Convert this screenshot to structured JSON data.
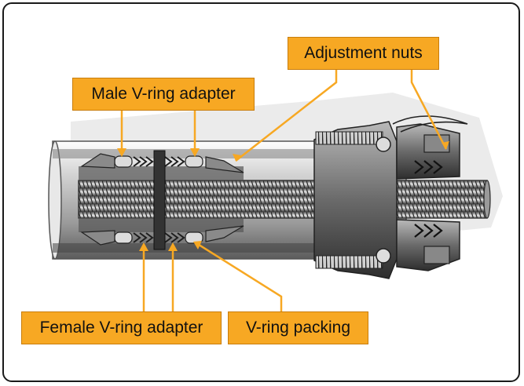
{
  "labels": {
    "adjustment_nuts": "Adjustment nuts",
    "male_v_ring_adapter": "Male V-ring adapter",
    "female_v_ring_adapter": "Female V-ring adapter",
    "v_ring_packing": "V-ring packing"
  },
  "colors": {
    "callout_fill": "#f7a823",
    "leader_line": "#f7a823",
    "metal_dark": "#3a3a3a",
    "metal_mid": "#8f8f8f",
    "metal_light": "#d9d9d9",
    "shadow": "#e6e6e6"
  }
}
